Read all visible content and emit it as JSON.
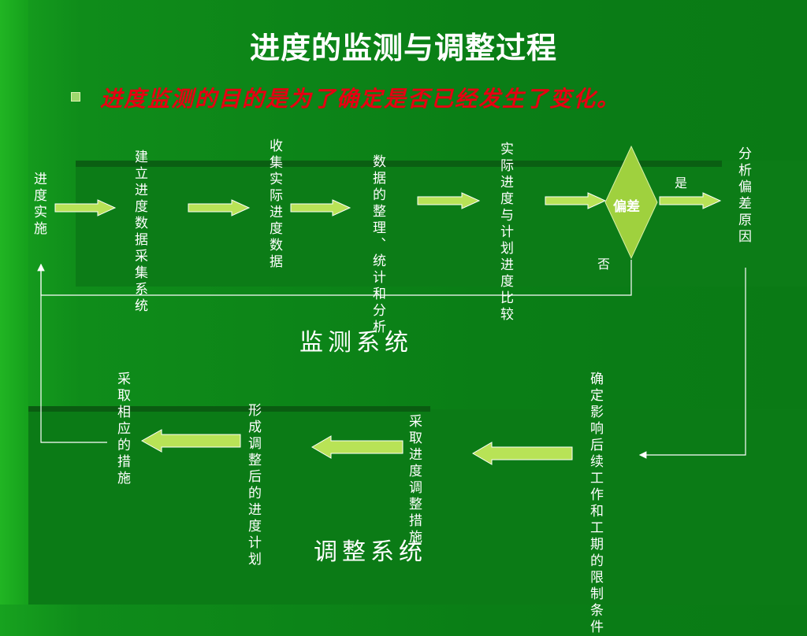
{
  "title": "进度的监测与调整过程",
  "subtitle": "进度监测的目的是为了确定是否已经发生了变化。",
  "monitor": {
    "nodes": [
      "进度实施",
      "建立进度数据采集系统",
      "收集实际进度数据",
      "数据的整理、统计和分析",
      "实际进度与计划进度比较"
    ],
    "deviation": "偏差",
    "yes": "是",
    "no": "否",
    "cause": "分析偏差原因",
    "label": "监测系统"
  },
  "adjust": {
    "nodes": [
      "确定影响后续工作和工期的限制条件",
      "采取进度调整措施",
      "形成调整后的进度计划",
      "采取相应的措施"
    ],
    "label": "调整系统"
  },
  "colors": {
    "arrow_fill": "#b8e356",
    "diamond": "#9fd13e",
    "subtitle": "#e60012"
  }
}
